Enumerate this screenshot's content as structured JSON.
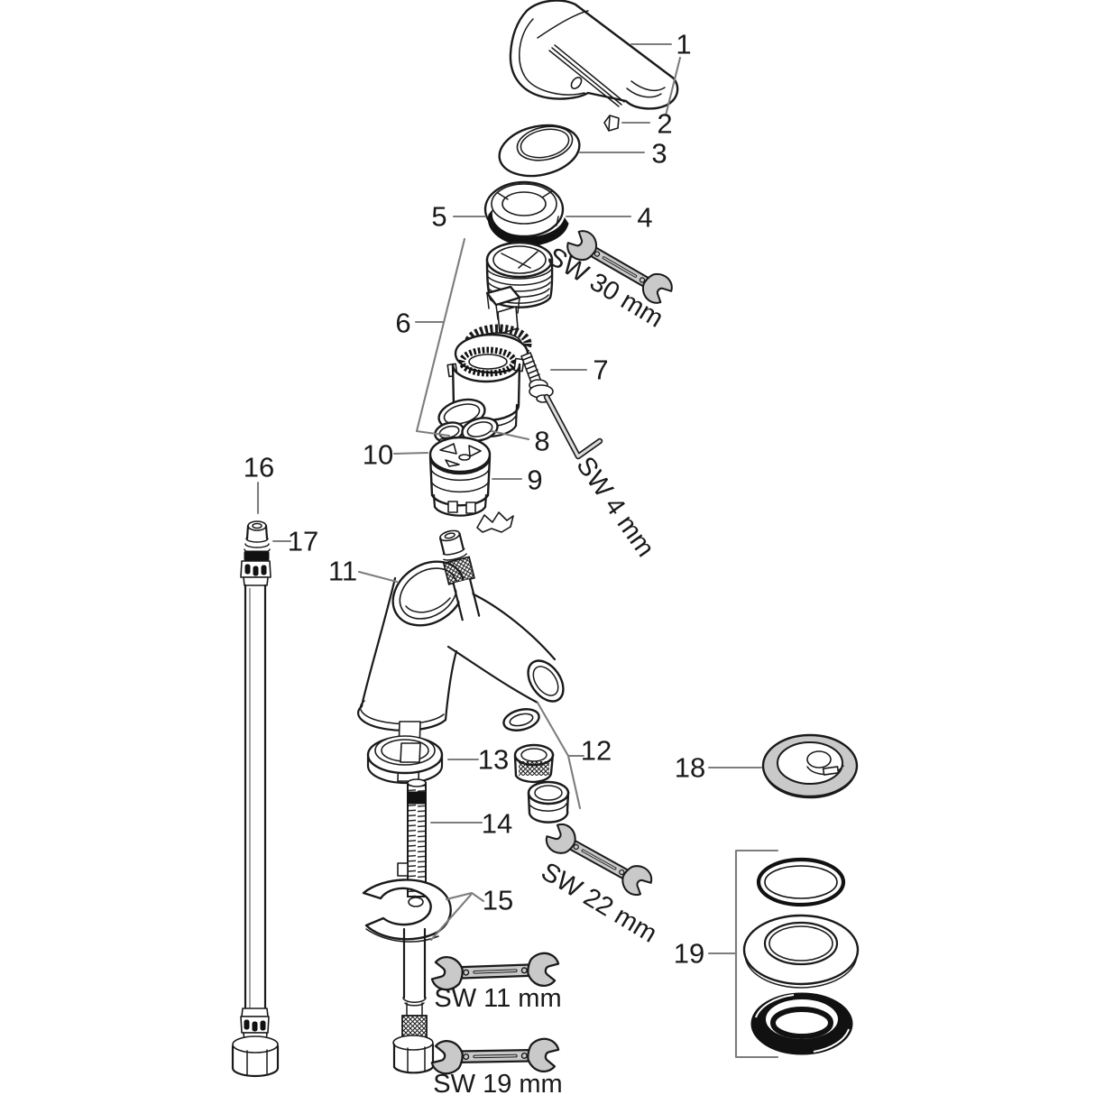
{
  "labels": {
    "part1": "1",
    "part2": "2",
    "part3": "3",
    "part4": "4",
    "part5": "5",
    "part6": "6",
    "part7": "7",
    "part8": "8",
    "part9": "9",
    "part10": "10",
    "part11": "11",
    "part12": "12",
    "part13": "13",
    "part14": "14",
    "part15": "15",
    "part16": "16",
    "part17": "17",
    "part18": "18",
    "part19": "19"
  },
  "tools": {
    "sw30": "SW 30 mm",
    "sw4": "SW 4 mm",
    "sw22": "SW 22 mm",
    "sw11": "SW 11 mm",
    "sw19": "SW 19 mm"
  },
  "colors": {
    "line": "#1a1a1a",
    "leader_line": "#7d7d7d",
    "tool_fill": "#c9c9c9",
    "seal_black": "#111111",
    "background": "#ffffff"
  }
}
